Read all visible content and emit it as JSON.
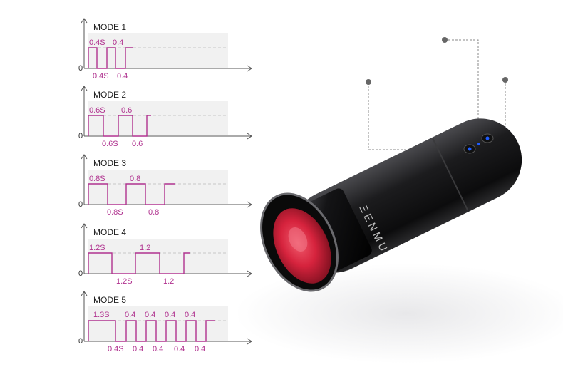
{
  "zero_label": "0",
  "wave_color": "#b0328f",
  "device": {
    "brand": "ΞENMU",
    "body_color": "#1c1c1e",
    "sleeve_color": "#d6233d",
    "button_color": "#1f5cff"
  },
  "modes": [
    {
      "title": "MODE 1",
      "top_labels": [
        "0.4S",
        "0.4"
      ],
      "bottom_labels": [
        "0.4S",
        "0.4"
      ],
      "pulse": [
        0.4,
        0.4
      ]
    },
    {
      "title": "MODE 2",
      "top_labels": [
        "0.6S",
        "0.6"
      ],
      "bottom_labels": [
        "0.6S",
        "0.6"
      ],
      "pulse": [
        0.6,
        0.6
      ]
    },
    {
      "title": "MODE 3",
      "top_labels": [
        "0.8S",
        "0.8"
      ],
      "bottom_labels": [
        "0.8S",
        "0.8"
      ],
      "pulse": [
        0.8,
        0.8
      ]
    },
    {
      "title": "MODE 4",
      "top_labels": [
        "1.2S",
        "1.2"
      ],
      "bottom_labels": [
        "1.2S",
        "1.2"
      ],
      "pulse": [
        1.2,
        1.2
      ]
    },
    {
      "title": "MODE 5",
      "top_labels": [
        "1.3S",
        "0.4",
        "0.4",
        "0.4",
        "0.4"
      ],
      "bottom_labels": [
        "0.4S",
        "0.4",
        "0.4",
        "0.4",
        "0.4"
      ],
      "pulse": [
        1.3,
        0.4
      ]
    }
  ]
}
